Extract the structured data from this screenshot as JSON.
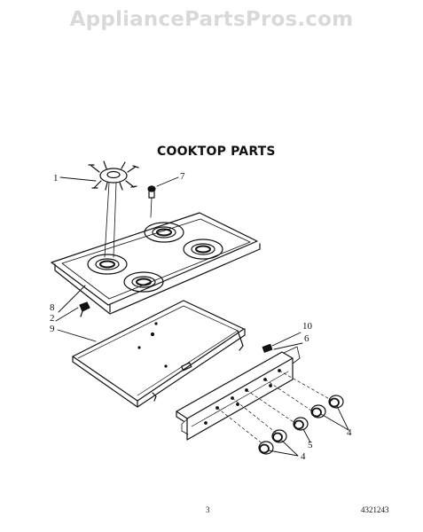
{
  "watermark": "AppliancePartsPros.com",
  "title": "COOKTOP PARTS",
  "callouts": {
    "c1": "1",
    "c7": "7",
    "c8": "8",
    "c2": "2",
    "c9": "9",
    "c10": "10",
    "c6": "6",
    "c4a": "4",
    "c5": "5",
    "c4b": "4"
  },
  "page_number": "3",
  "document_number": "4321243"
}
